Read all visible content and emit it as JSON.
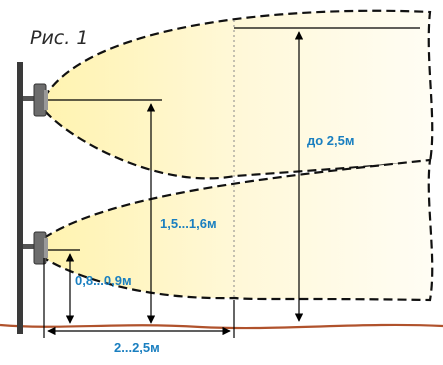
{
  "figure": {
    "title": "Рис. 1",
    "labels": {
      "max_width": "до 2,5м",
      "upper_height": "1,5...1,6м",
      "lower_height": "0,8...0,9м",
      "distance": "2...2,5м"
    },
    "colors": {
      "label_text": "#1a7fc0",
      "ground": "#b0522c",
      "pole": "#3a3a3a",
      "beam_light": "#fff6c8",
      "beam_fade": "#fffdf0"
    }
  }
}
